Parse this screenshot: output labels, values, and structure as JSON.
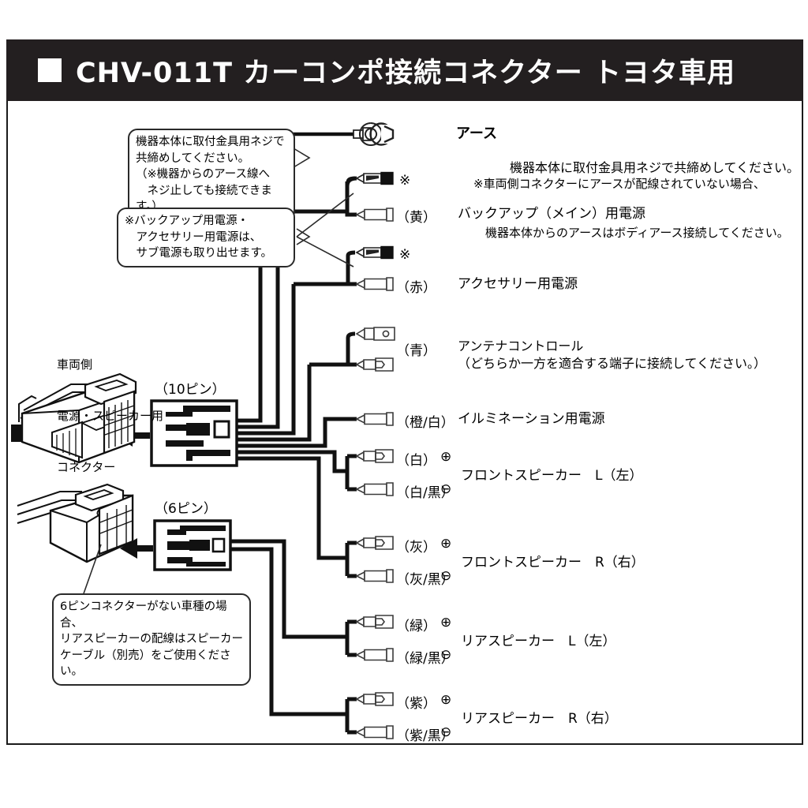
{
  "header": {
    "bullet": "■",
    "title": "CHV-011T カーコンポ接続コネクター トヨタ車用",
    "bg_color": "#231f20",
    "text_color": "#ffffff"
  },
  "callouts": [
    {
      "id": "ground-screw-note",
      "lines": [
        "機器本体に取付金具用ネジで",
        "共締めしてください。",
        "（※機器からのアース線へ",
        "　ネジ止しても接続できます。）"
      ]
    },
    {
      "id": "sub-power-note",
      "lines": [
        "※バックアップ用電源・",
        "　アクセサリー用電源は、",
        "　サブ電源も取り出せます。"
      ]
    },
    {
      "id": "six-pin-absent-note",
      "lines": [
        "6ピンコネクターがない車種の場合、",
        "リアスピーカーの配線はスピーカー",
        "ケーブル（別売）をご使用ください。"
      ]
    }
  ],
  "vehicle_connector": {
    "caption_lines": [
      "車両側",
      "電源・スピーカー用",
      "コネクター"
    ],
    "pin10_label": "（10ピン）",
    "pin6_label": "（6ピン）"
  },
  "ground": {
    "name": "アース",
    "description_lines": [
      "機器本体に取付金具用ネジで共締めしてください。",
      "※車両側コネクターにアースが配線されていない場合、",
      "　機器本体からのアースはボディアース接続してください。"
    ],
    "terminal_type": "ring-terminal"
  },
  "connections": [
    {
      "id": "backup-power",
      "description": "バックアップ（メイン）用電源",
      "terminals": [
        {
          "color_label": "※",
          "polarity": "",
          "style": "sub-filled"
        },
        {
          "color_label": "（黄）",
          "polarity": "",
          "style": "main"
        }
      ]
    },
    {
      "id": "accessory-power",
      "description": "アクセサリー用電源",
      "terminals": [
        {
          "color_label": "※",
          "polarity": "",
          "style": "sub-filled"
        },
        {
          "color_label": "（赤）",
          "polarity": "",
          "style": "main"
        }
      ]
    },
    {
      "id": "antenna-control",
      "description": "アンテナコントロール\n（どちらか一方を適合する端子に接続してください。）",
      "color_label": "（青）",
      "terminals": [
        {
          "color_label": "",
          "polarity": "",
          "style": "eyelet"
        },
        {
          "color_label": "",
          "polarity": "",
          "style": "bullet"
        }
      ]
    },
    {
      "id": "illumination-power",
      "description": "イルミネーション用電源",
      "terminals": [
        {
          "color_label": "（橙/白）",
          "polarity": "",
          "style": "main"
        }
      ]
    },
    {
      "id": "front-speaker-left",
      "description": "フロントスピーカー　L（左）",
      "terminals": [
        {
          "color_label": "（白）",
          "polarity": "⊕",
          "style": "bullet"
        },
        {
          "color_label": "（白/黒）",
          "polarity": "⊖",
          "style": "main"
        }
      ]
    },
    {
      "id": "front-speaker-right",
      "description": "フロントスピーカー　R（右）",
      "terminals": [
        {
          "color_label": "（灰）",
          "polarity": "⊕",
          "style": "bullet"
        },
        {
          "color_label": "（灰/黒）",
          "polarity": "⊖",
          "style": "main"
        }
      ]
    },
    {
      "id": "rear-speaker-left",
      "description": "リアスピーカー　L（左）",
      "terminals": [
        {
          "color_label": "（緑）",
          "polarity": "⊕",
          "style": "bullet"
        },
        {
          "color_label": "（緑/黒）",
          "polarity": "⊖",
          "style": "main"
        }
      ]
    },
    {
      "id": "rear-speaker-right",
      "description": "リアスピーカー　R（右）",
      "terminals": [
        {
          "color_label": "（紫）",
          "polarity": "⊕",
          "style": "bullet"
        },
        {
          "color_label": "（紫/黒）",
          "polarity": "⊖",
          "style": "main"
        }
      ]
    }
  ]
}
